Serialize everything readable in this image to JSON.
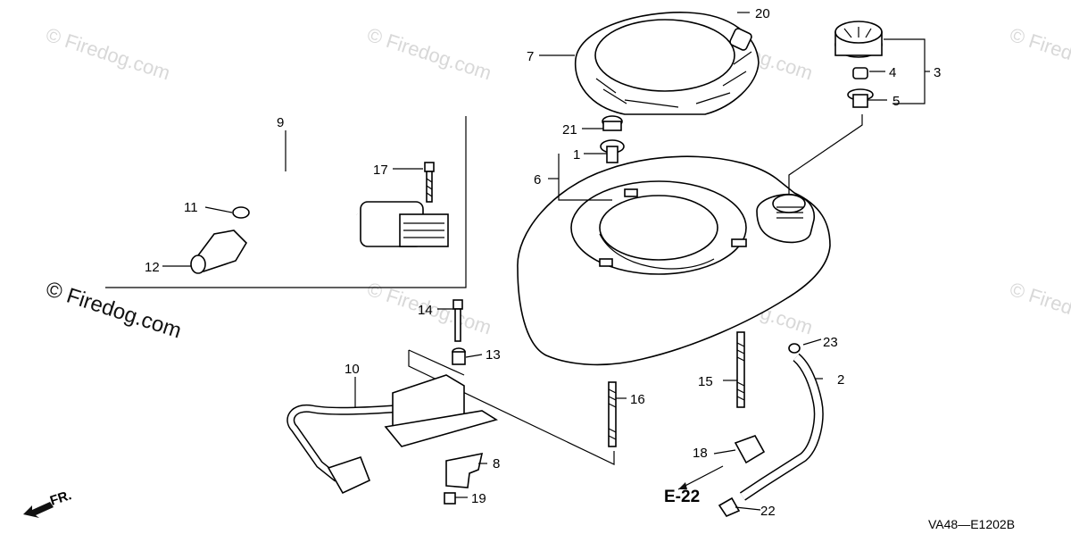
{
  "callouts": [
    "1",
    "2",
    "3",
    "4",
    "5",
    "6",
    "7",
    "8",
    "9",
    "10",
    "11",
    "12",
    "13",
    "14",
    "15",
    "16",
    "17",
    "18",
    "19",
    "20",
    "21",
    "22",
    "23"
  ],
  "reference": "E-22",
  "front_marker": "FR.",
  "diagram_code": "VA48—E1202B",
  "watermark": "© Firedog.com",
  "colors": {
    "ink": "#000000",
    "watermark": "#d8d8d8",
    "background": "#ffffff"
  }
}
